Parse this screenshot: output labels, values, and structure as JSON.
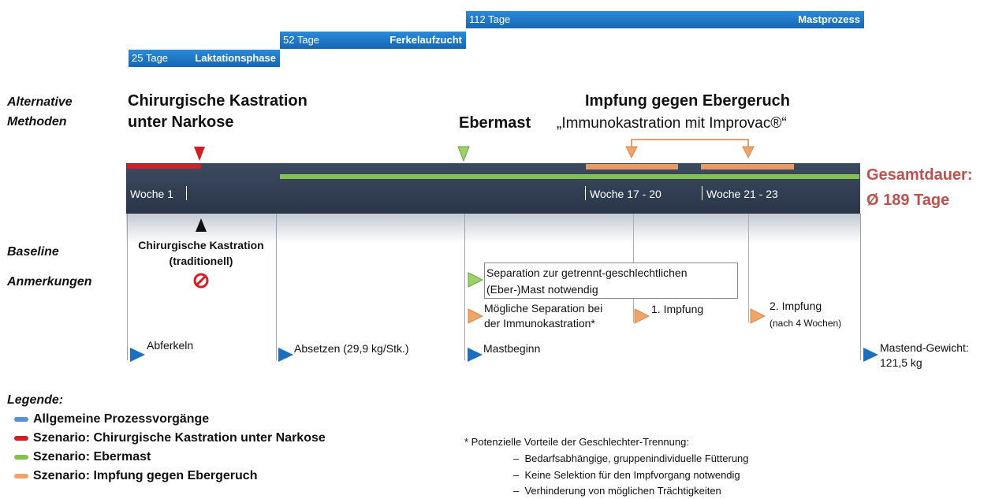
{
  "phases": [
    {
      "days": "25 Tage",
      "name": "Laktationsphase"
    },
    {
      "days": "52 Tage",
      "name": "Ferkelaufzucht"
    },
    {
      "days": "112 Tage",
      "name": "Mastprozess"
    }
  ],
  "row_labels": {
    "alternative": [
      "Alternative",
      "Methoden"
    ],
    "baseline": "Baseline",
    "notes": "Anmerkungen"
  },
  "methods": {
    "surgical": [
      "Chirurgische Kastration",
      "unter Narkose"
    ],
    "ebermast": "Ebermast",
    "vaccination_title": "Impfung gegen Ebergeruch",
    "vaccination_sub": "„Immunokastration mit Improvac®“"
  },
  "timeline": {
    "weeks": [
      "Woche 1",
      "Woche 17 - 20",
      "Woche 21 - 23"
    ],
    "total_label": "Gesamtdauer:",
    "total_value": "Ø 189 Tage"
  },
  "baseline": {
    "text": [
      "Chirurgische Kastration",
      "(traditionell)"
    ],
    "prohibited_icon": "prohibited-icon"
  },
  "notes": {
    "separation": [
      "Separation zur getrennt-geschlechtlichen",
      "(Eber-)Mast notwendig"
    ],
    "possible_separation": [
      "Mögliche Separation bei",
      "der Immunokastration*"
    ],
    "vaccine1": "1. Impfung",
    "vaccine2": "2. Impfung",
    "vaccine2_sub": "(nach 4 Wochen)"
  },
  "milestones": {
    "farrowing": "Abferkeln",
    "weaning": "Absetzen (29,9 kg/Stk.)",
    "fattening_start": "Mastbeginn",
    "end_weight": [
      "Mastend-Gewicht:",
      "121,5 kg"
    ]
  },
  "legend": {
    "title": "Legende:",
    "items": [
      {
        "label": "Allgemeine Prozessvorgänge",
        "color": "#5b8fd6"
      },
      {
        "label": "Szenario: Chirurgische Kastration unter Narkose",
        "color": "#d21f26"
      },
      {
        "label": "Szenario: Ebermast",
        "color": "#84c24f"
      },
      {
        "label": "Szenario: Impfung gegen Ebergeruch",
        "color": "#f0a46a"
      }
    ]
  },
  "footnote": {
    "title": "* Potenzielle Vorteile der Geschlechter-Trennung:",
    "items": [
      "Bedarfsabhängige, gruppenindividuelle Fütterung",
      "Keine Selektion für den Impfvorgang notwendig",
      "Verhinderung von möglichen Trächtigkeiten"
    ]
  },
  "colors": {
    "blue": "#1a6fc0",
    "red": "#d21f26",
    "green": "#84c24f",
    "orange": "#f0a46a",
    "timeline": "#36445a",
    "total": "#c0504d"
  }
}
